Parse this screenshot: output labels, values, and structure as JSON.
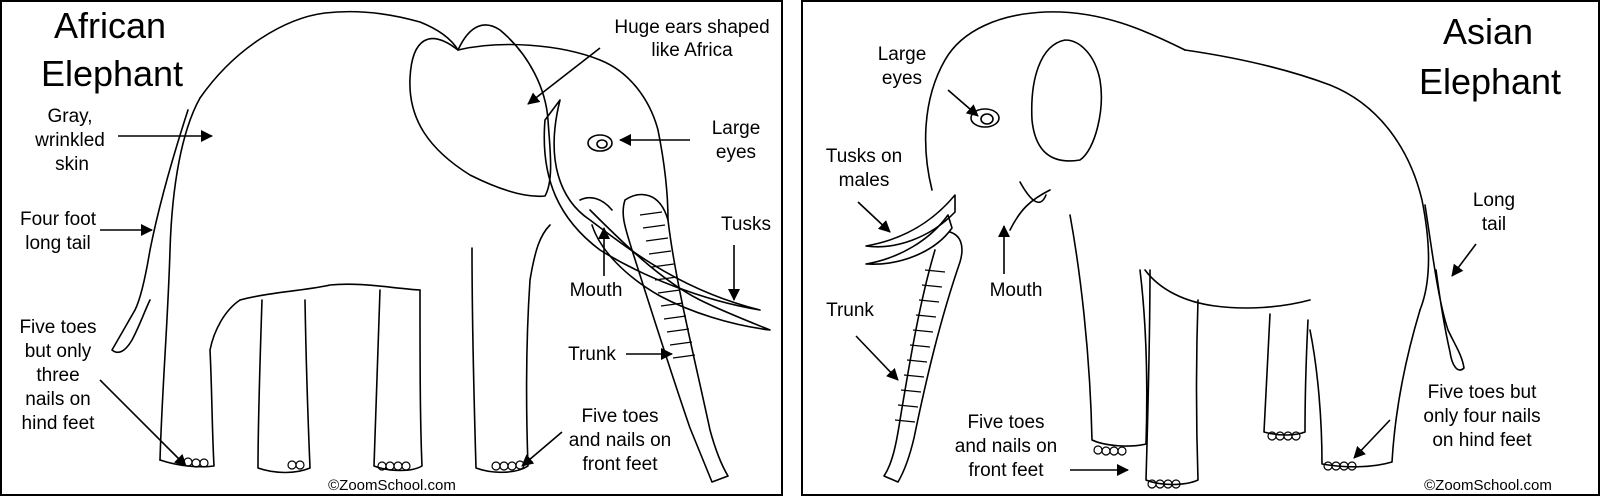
{
  "copyright": "©ZoomSchool.com",
  "african": {
    "title_line1": "African",
    "title_line2": "Elephant",
    "ears_line1": "Huge ears shaped",
    "ears_line2": "like Africa",
    "skin_line1": "Gray,",
    "skin_line2": "wrinkled",
    "skin_line3": "skin",
    "eyes_line1": "Large",
    "eyes_line2": "eyes",
    "tail_line1": "Four foot",
    "tail_line2": "long tail",
    "tusks": "Tusks",
    "mouth": "Mouth",
    "hind_line1": "Five toes",
    "hind_line2": "but only",
    "hind_line3": "three",
    "hind_line4": "nails on",
    "hind_line5": "hind feet",
    "trunk": "Trunk",
    "front_line1": "Five toes",
    "front_line2": "and nails on",
    "front_line3": "front  feet"
  },
  "asian": {
    "title_line1": "Asian",
    "title_line2": "Elephant",
    "eyes_line1": "Large",
    "eyes_line2": "eyes",
    "tusks_line1": "Tusks on",
    "tusks_line2": "males",
    "tail_line1": "Long",
    "tail_line2": "tail",
    "mouth": "Mouth",
    "trunk": "Trunk",
    "front_line1": "Five toes",
    "front_line2": "and nails on",
    "front_line3": "front  feet",
    "hind_line1": "Five toes but",
    "hind_line2": "only four nails",
    "hind_line3": "on hind feet"
  }
}
